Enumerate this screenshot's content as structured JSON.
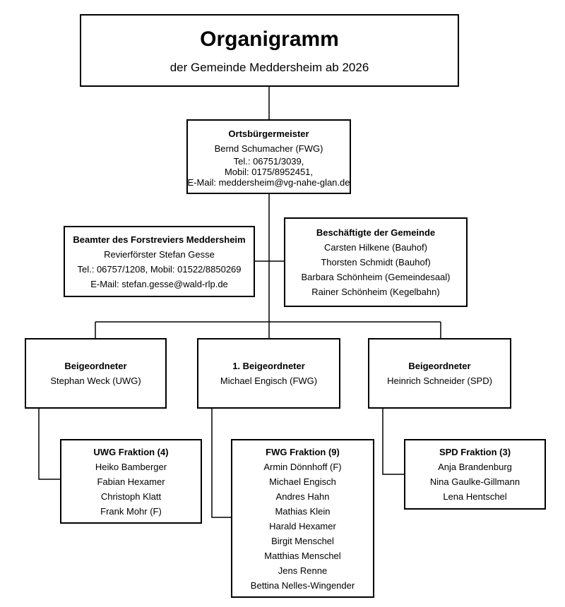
{
  "header": {
    "title": "Organigramm",
    "subtitle": "der Gemeinde Meddersheim ab 2026"
  },
  "mayor": {
    "role": "Ortsbürgermeister",
    "name": "Bernd Schumacher (FWG)",
    "contact": [
      "Tel.: 06751/3039,",
      "Mobil: 0175/8952451,",
      "E-Mail: meddersheim@vg-nahe-glan.de"
    ]
  },
  "forester": {
    "role": "Beamter des Forstreviers Meddersheim",
    "lines": [
      "Revierförster Stefan Gesse",
      "Tel.: 06757/1208,  Mobil: 01522/8850269",
      "E-Mail: stefan.gesse@wald-rlp.de"
    ]
  },
  "employees": {
    "role": "Beschäftigte der Gemeinde",
    "lines": [
      "Carsten Hilkene (Bauhof)",
      "Thorsten Schmidt (Bauhof)",
      "Barbara Schönheim (Gemeindesaal)",
      "Rainer Schönheim (Kegelbahn)"
    ]
  },
  "deputies": [
    {
      "role": "Beigeordneter",
      "name": "Stephan Weck (UWG)"
    },
    {
      "role": "1. Beigeordneter",
      "name": "Michael Engisch (FWG)"
    },
    {
      "role": "Beigeordneter",
      "name": "Heinrich Schneider (SPD)"
    }
  ],
  "factions": [
    {
      "title": "UWG Fraktion (4)",
      "members": [
        "Heiko Bamberger",
        "Fabian Hexamer",
        "Christoph Klatt",
        "Frank Mohr (F)"
      ]
    },
    {
      "title": "FWG Fraktion (9)",
      "members": [
        "Armin Dönnhoff  (F)",
        "Michael Engisch",
        "Andres Hahn",
        "Mathias Klein",
        "Harald Hexamer",
        "Birgit Menschel",
        "Matthias Menschel",
        "Jens Renne",
        "Bettina Nelles-Wingender"
      ]
    },
    {
      "title": "SPD Fraktion (3)",
      "members": [
        "Anja Brandenburg",
        "Nina Gaulke-Gillmann",
        "Lena Hentschel"
      ]
    }
  ]
}
